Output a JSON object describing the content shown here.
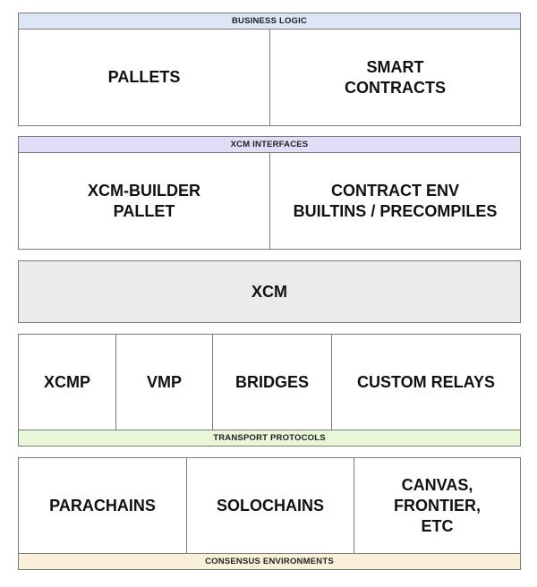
{
  "layers": {
    "business_logic": {
      "label": "BUSINESS LOGIC",
      "label_color": "#dde6f6",
      "cells": [
        "PALLETS",
        "SMART\nCONTRACTS"
      ]
    },
    "xcm_interfaces": {
      "label": "XCM INTERFACES",
      "label_color": "#e3dcf8",
      "cells": [
        "XCM-BUILDER\nPALLET",
        "CONTRACT ENV\nBUILTINS / PRECOMPILES"
      ]
    },
    "xcm": {
      "label": "XCM",
      "fill_color": "#ebebeb"
    },
    "transport_protocols": {
      "label": "TRANSPORT PROTOCOLS",
      "label_color": "#e8f7d8",
      "cells": [
        "XCMP",
        "VMP",
        "BRIDGES",
        "CUSTOM RELAYS"
      ]
    },
    "consensus_environments": {
      "label": "CONSENSUS ENVIRONMENTS",
      "label_color": "#f8f0d8",
      "cells": [
        "PARACHAINS",
        "SOLOCHAINS",
        "CANVAS,\nFRONTIER,\nETC"
      ]
    }
  }
}
